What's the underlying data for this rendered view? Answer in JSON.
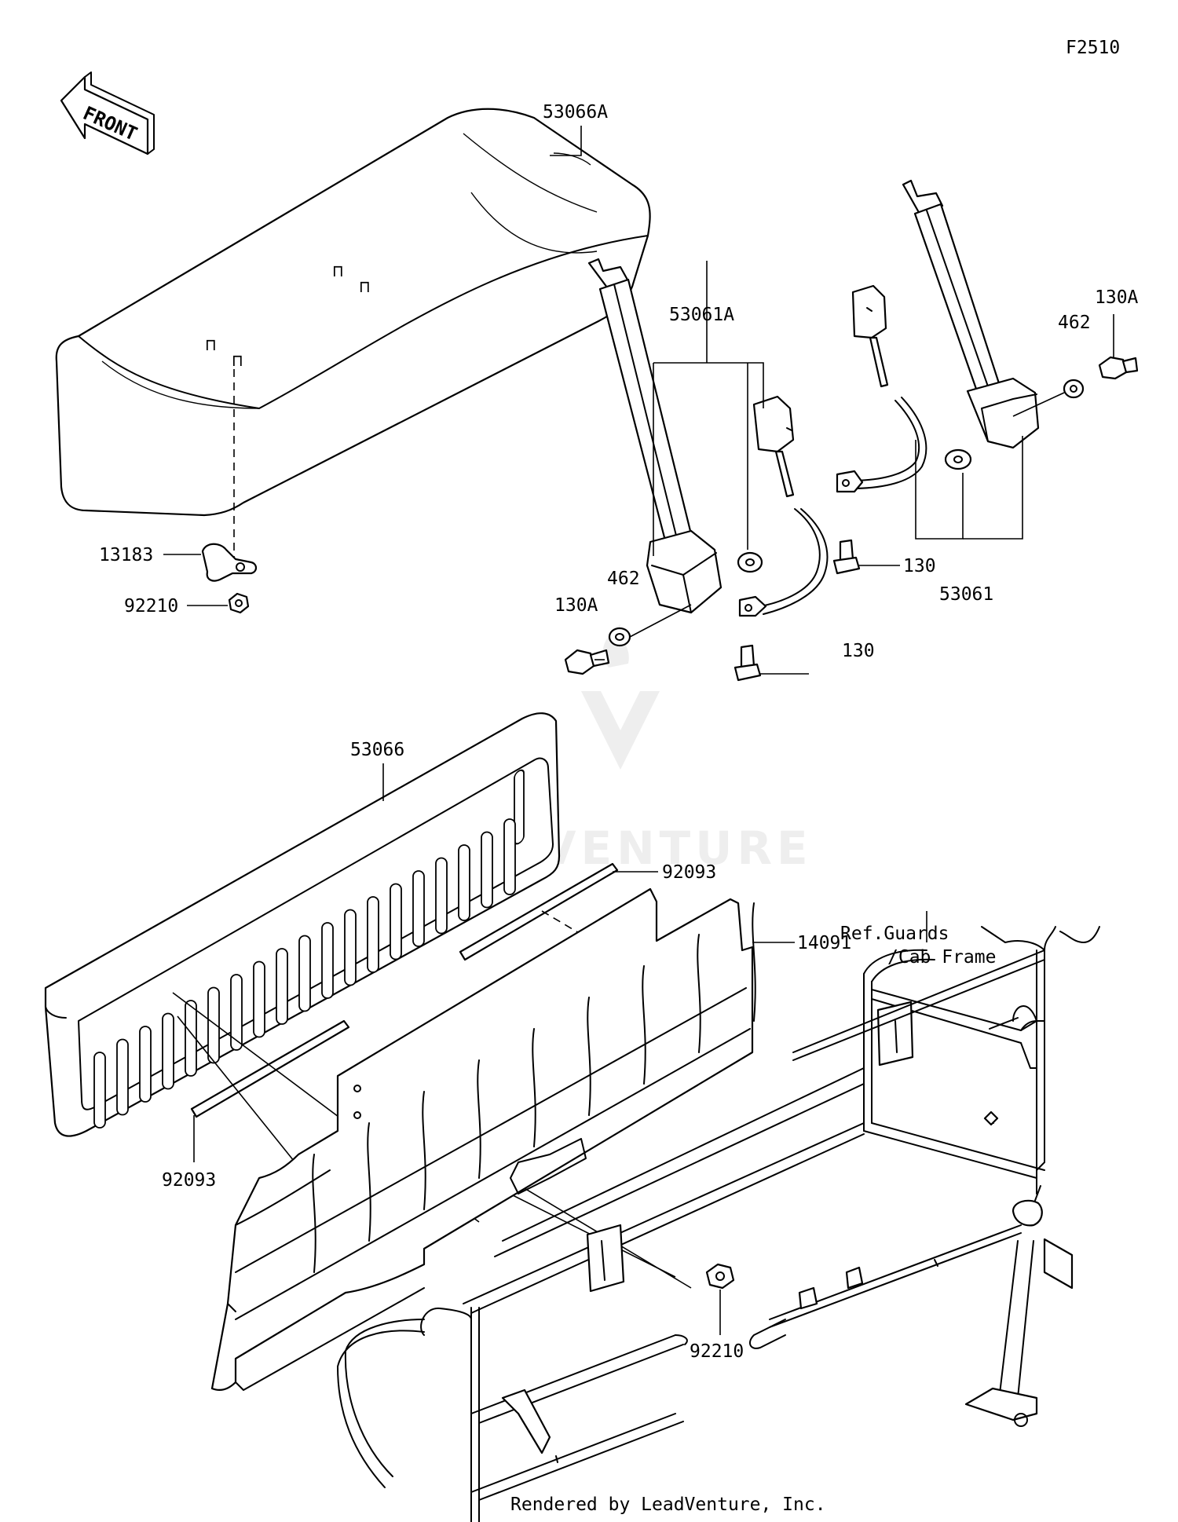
{
  "figure_code": "F2510",
  "front_indicator": "FRONT",
  "watermark": "LEADVENTURE",
  "credit": "Rendered by LeadVenture, Inc.",
  "callouts": {
    "seat_cushion": "53066A",
    "seat_belt_left": "53061A",
    "seat_belt_right": "53061",
    "bolt_left_a": "130A",
    "bolt_right_a": "130A",
    "washer_left": "462",
    "washer_right": "462",
    "bolt_left": "130",
    "bolt_right": "130",
    "clamp": "13183",
    "nut_upper": "92210",
    "nut_lower": "92210",
    "seat_back": "53066",
    "pad_upper": "92093",
    "pad_lower": "92093",
    "back_panel": "14091",
    "ref_line1": "Ref.Guards",
    "ref_line2": "/Cab Frame"
  }
}
